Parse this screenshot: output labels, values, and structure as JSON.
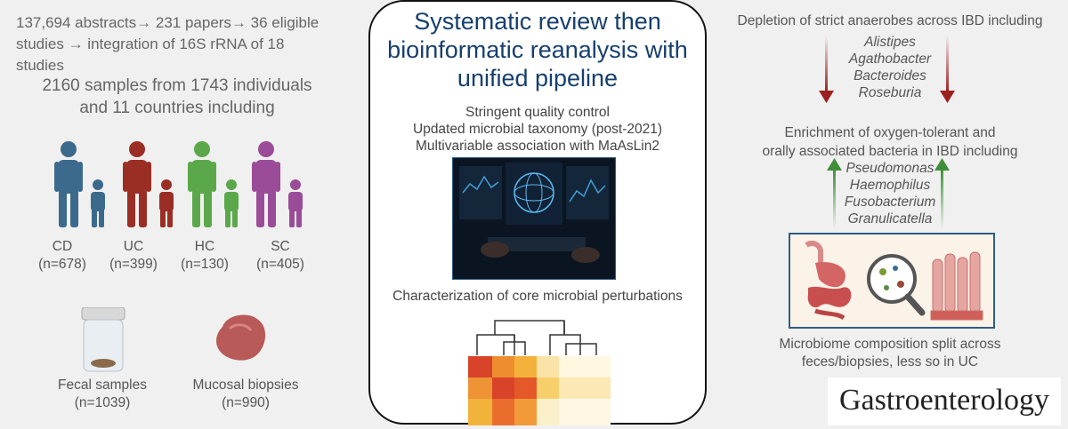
{
  "left": {
    "funnel_line1": "137,694 abstracts→ 231 papers→ 36 eligible",
    "funnel_line2": "studies → integration of 16S rRNA of 18 studies",
    "samples_line1": "2160 samples from 1743 individuals",
    "samples_line2": "and 11 countries including",
    "groups": [
      {
        "code": "CD",
        "n": "(n=678)",
        "color": "#3c6a8c"
      },
      {
        "code": "UC",
        "n": "(n=399)",
        "color": "#9b2e24"
      },
      {
        "code": "HC",
        "n": "(n=130)",
        "color": "#5ba84a"
      },
      {
        "code": "SC",
        "n": "(n=405)",
        "color": "#9b4c98"
      }
    ],
    "specimens": [
      {
        "label": "Fecal samples",
        "n": "(n=1039)"
      },
      {
        "label": "Mucosal biopsies",
        "n": "(n=990)"
      }
    ]
  },
  "center": {
    "title_line1": "Systematic review then",
    "title_line2": "bioinformatic reanalysis with",
    "title_line3": "unified pipeline",
    "methods": [
      "Stringent quality control",
      "Updated microbial taxonomy (post-2021)",
      "Multivariable association with MaAsLin2"
    ],
    "core": "Characterization of core microbial perturbations"
  },
  "right": {
    "depletion_title": "Depletion of strict anaerobes across IBD including",
    "depleted_taxa": [
      "Alistipes",
      "Agathobacter",
      "Bacteroides",
      "Roseburia"
    ],
    "enrich_line1": "Enrichment of oxygen-tolerant and",
    "enrich_line2": "orally associated bacteria in IBD including",
    "enriched_taxa": [
      "Pseudomonas",
      "Haemophilus",
      "Fusobacterium",
      "Granulicatella"
    ],
    "split_line1": "Microbiome composition split across",
    "split_line2": "feces/biopsies, less so in UC",
    "journal": "Gastroenterology"
  },
  "colors": {
    "title_blue": "#163f6e",
    "depletion_arrow": "#9b2020",
    "enrich_arrow": "#3f8f3a"
  }
}
